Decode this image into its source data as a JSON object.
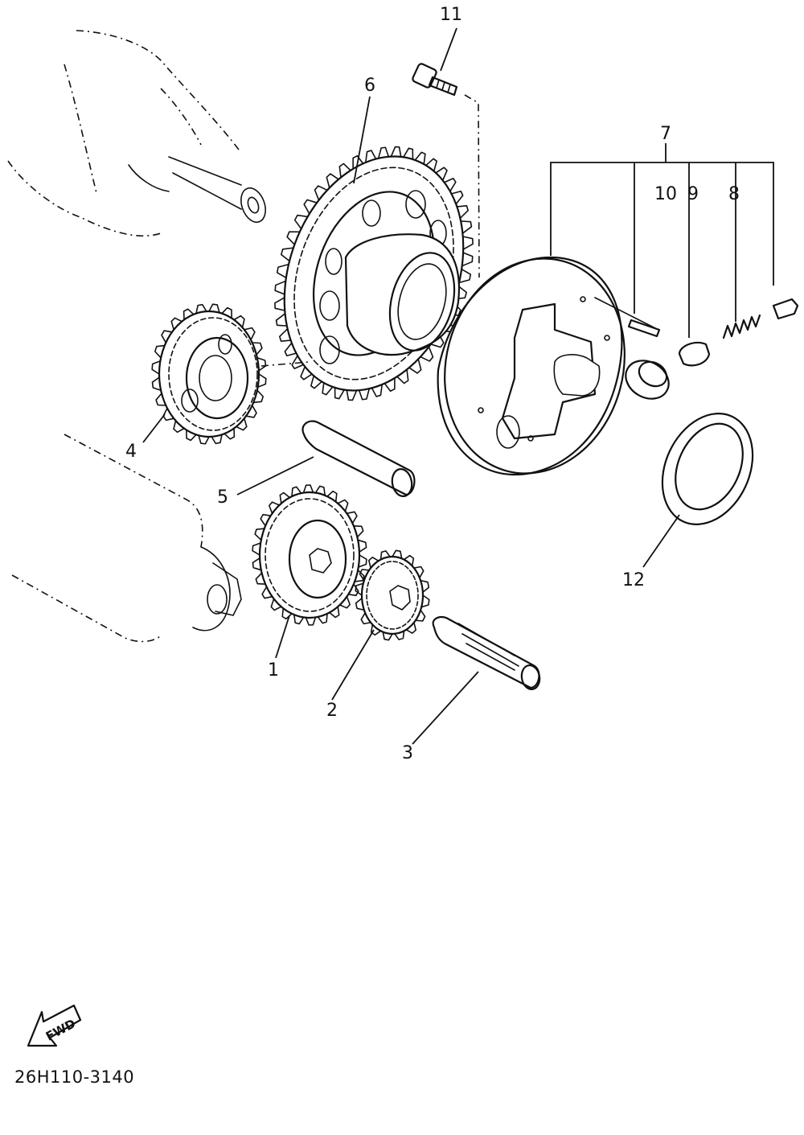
{
  "callouts": [
    {
      "id": "1",
      "label": "1"
    },
    {
      "id": "2",
      "label": "2"
    },
    {
      "id": "3",
      "label": "3"
    },
    {
      "id": "4",
      "label": "4"
    },
    {
      "id": "5",
      "label": "5"
    },
    {
      "id": "6",
      "label": "6"
    },
    {
      "id": "7",
      "label": "7"
    },
    {
      "id": "8",
      "label": "8"
    },
    {
      "id": "9",
      "label": "9"
    },
    {
      "id": "10",
      "label": "10"
    },
    {
      "id": "11",
      "label": "11"
    },
    {
      "id": "12",
      "label": "12"
    }
  ],
  "fwd_label": "FWD",
  "diagram_code": "26H110-3140"
}
